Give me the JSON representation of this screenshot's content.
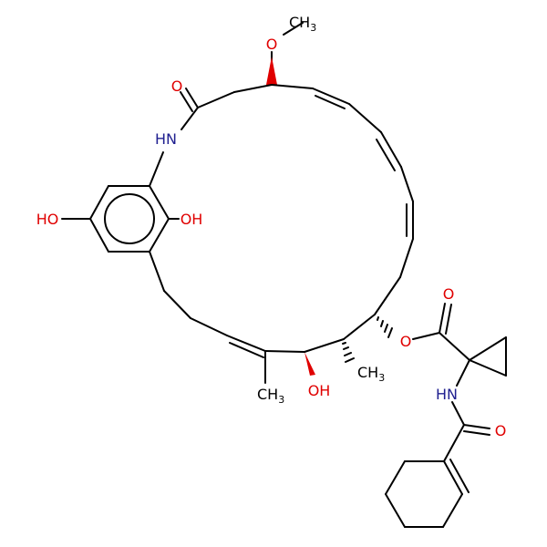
{
  "colors": {
    "bond": "#000000",
    "oxygen": "#e00000",
    "nitrogen": "#202090",
    "carbon": "#000000",
    "background": "#ffffff"
  },
  "labels": {
    "ch3_top": {
      "main": "CH",
      "sub": "3"
    },
    "o_methoxy": "O",
    "o_carbonyl_lactam": "O",
    "nh_lactam": "HN",
    "oh_left": "HO",
    "oh_ring": "OH",
    "oh_bottom": "OH",
    "ch3_left": {
      "main": "CH",
      "sub": "3"
    },
    "ch3_right": {
      "main": "CH",
      "sub": "3"
    },
    "o_ester": "O",
    "o_ester_carbonyl": "O",
    "nh_amide": "HN",
    "o_amide": "O"
  }
}
